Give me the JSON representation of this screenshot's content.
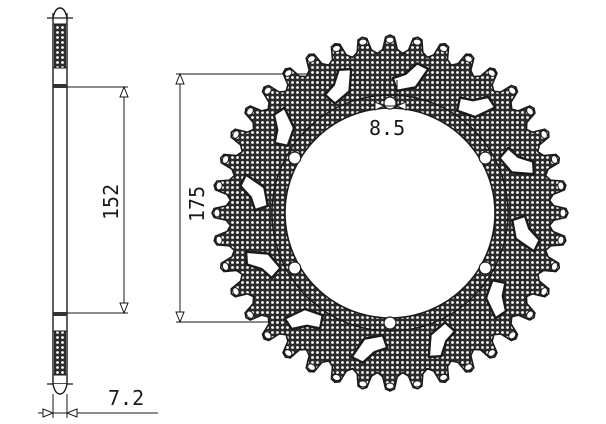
{
  "drawing": {
    "subject": "rear chain sprocket technical drawing",
    "colors": {
      "background": "#ffffff",
      "line": "#1a1a1a",
      "hatch": "#2b2b2b"
    },
    "side_view": {
      "thickness_label": "7.2",
      "bolt_circle_label": "152"
    },
    "front_view": {
      "center_bore_label": "175",
      "bolt_hole_label": "8.5",
      "teeth_count": 40,
      "bolt_holes": 6,
      "lightening_slots": 12
    }
  }
}
